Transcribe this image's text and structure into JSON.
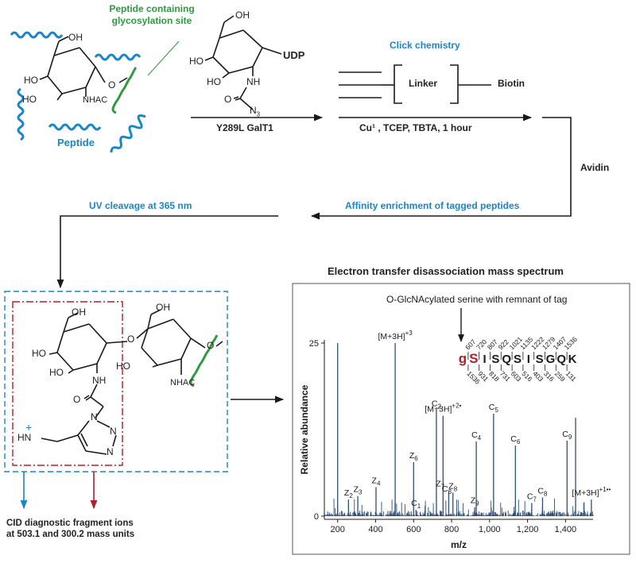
{
  "labels": {
    "peptide_glyco": [
      "Peptide containing",
      "glycosylation site"
    ],
    "peptide": "Peptide",
    "oh": "OH",
    "ho": "HO",
    "nhac": "NHAC",
    "o": "O",
    "nh": "NH",
    "n3": "N",
    "n3_sub": "3",
    "udp": "UDP",
    "click_chemistry": "Click chemistry",
    "linker": "Linker",
    "biotin": "Biotin",
    "enzyme": "Y289L GalT1",
    "conditions": "Cu¹ , TCEP, TBTA, 1 hour",
    "avidin": "Avidin",
    "uv_cleavage": "UV cleavage at 365 nm",
    "affinity": "Affinity enrichment of tagged peptides",
    "spectrum_title": "Electron transfer disassociation mass spectrum",
    "n": "N",
    "hn_plus": "HN",
    "plus": "+",
    "cid_line1": "CID diagnostic fragment ions",
    "cid_line2": "at 503.1 and 300.2 mass units",
    "annotation": "O-GlcNAcylated serine with remnant of tag"
  },
  "sequence": {
    "residues": [
      "g",
      "S",
      "I",
      "S",
      "Q",
      "S",
      "I",
      "S",
      "G",
      "Q",
      "K"
    ],
    "c_ions": [
      "607",
      "720",
      "807",
      "922",
      "1021",
      "1135",
      "1222",
      "1279",
      "1407",
      "1536"
    ],
    "z_ions": [
      "1536",
      "931",
      "818",
      "731",
      "603",
      "516",
      "403",
      "316",
      "259",
      "131"
    ]
  },
  "chart_data": {
    "type": "bar",
    "title": "Electron transfer disassociation mass spectrum",
    "xlabel": "m/z",
    "ylabel": "Relative abundance",
    "xlim": [
      130,
      1545
    ],
    "ylim": [
      0,
      25
    ],
    "xticks": [
      "200",
      "400",
      "600",
      "800",
      "1,000",
      "1,200",
      "1,400"
    ],
    "yticks": [
      "0",
      "25"
    ],
    "major_peaks": [
      {
        "mz": 200,
        "value": 25
      },
      {
        "mz": 257,
        "value": 2.4
      },
      {
        "mz": 306,
        "value": 2.9
      },
      {
        "mz": 402,
        "value": 4.2
      },
      {
        "mz": 503,
        "value": 25
      },
      {
        "mz": 600,
        "value": 7.8
      },
      {
        "mz": 612,
        "value": 0.9
      },
      {
        "mz": 720,
        "value": 15.3
      },
      {
        "mz": 755,
        "value": 14.5
      },
      {
        "mz": 785,
        "value": 3.7
      },
      {
        "mz": 807,
        "value": 3.4
      },
      {
        "mz": 922,
        "value": 1.3
      },
      {
        "mz": 930,
        "value": 10.8
      },
      {
        "mz": 1021,
        "value": 14.8
      },
      {
        "mz": 1136,
        "value": 10.2
      },
      {
        "mz": 1222,
        "value": 1.9
      },
      {
        "mz": 1279,
        "value": 2.7
      },
      {
        "mz": 1408,
        "value": 10.9
      },
      {
        "mz": 1453,
        "value": 14.2
      },
      {
        "mz": 1536,
        "value": 2.4
      }
    ],
    "peak_labels": [
      {
        "text": "Z",
        "sub": "2",
        "mz": 257,
        "value": 2.4
      },
      {
        "text": "Z",
        "sub": "3",
        "mz": 306,
        "value": 2.9
      },
      {
        "text": "Z",
        "sub": "4",
        "mz": 402,
        "value": 4.2
      },
      {
        "text": "[M+3H]",
        "sup": "+3",
        "mz": 503,
        "value": 25
      },
      {
        "text": "Z",
        "sub": "6",
        "mz": 600,
        "value": 7.8
      },
      {
        "text": "C",
        "sub": "1",
        "mz": 612,
        "value": 0.9
      },
      {
        "text": "C",
        "sub": "2",
        "mz": 720,
        "value": 15.3
      },
      {
        "text": "[M+3H]",
        "sup": "+2•",
        "mz": 755,
        "value": 14.5
      },
      {
        "text": "Z",
        "sub": "7",
        "mz": 740,
        "value": 3.7
      },
      {
        "text": "C",
        "sub": "3",
        "mz": 775,
        "value": 3.0
      },
      {
        "text": "Z",
        "sub": "8",
        "mz": 807,
        "value": 3.4
      },
      {
        "text": "Z",
        "sub": "9",
        "mz": 922,
        "value": 1.3
      },
      {
        "text": "C",
        "sub": "4",
        "mz": 930,
        "value": 10.8
      },
      {
        "text": "C",
        "sub": "5",
        "mz": 1021,
        "value": 14.8
      },
      {
        "text": "C",
        "sub": "6",
        "mz": 1136,
        "value": 10.2
      },
      {
        "text": "C",
        "sub": "7",
        "mz": 1222,
        "value": 1.9
      },
      {
        "text": "C",
        "sub": "8",
        "mz": 1279,
        "value": 2.7
      },
      {
        "text": "C",
        "sub": "9",
        "mz": 1408,
        "value": 10.9
      },
      {
        "text": "[M+3H]",
        "sup": "+1••",
        "mz": 1536,
        "value": 2.4
      }
    ]
  },
  "colors": {
    "blue": "#1a86c8",
    "green": "#2e9a3d",
    "red": "#b0202a",
    "spectrum": "#2d4f78",
    "black": "#1a1a1a"
  }
}
